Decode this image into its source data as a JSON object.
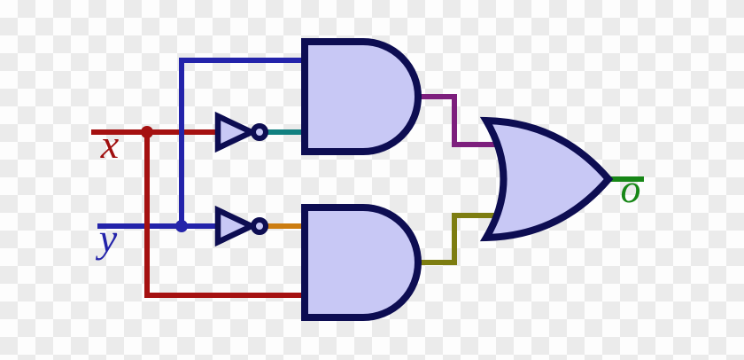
{
  "diagram": {
    "type": "logic-circuit",
    "description": "XOR circuit built from two inverters, two AND gates and one OR gate",
    "inputs": [
      {
        "label": "x"
      },
      {
        "label": "y"
      }
    ],
    "output": {
      "label": "o"
    },
    "gates": [
      {
        "id": "not-gate-top",
        "type": "NOT"
      },
      {
        "id": "not-gate-bottom",
        "type": "NOT"
      },
      {
        "id": "and-gate-top",
        "type": "AND"
      },
      {
        "id": "and-gate-bottom",
        "type": "AND"
      },
      {
        "id": "or-gate",
        "type": "OR"
      }
    ]
  },
  "labels": {
    "input_x": "x",
    "input_y": "y",
    "output_o": "o"
  },
  "colors": {
    "wire_x": "#a51111",
    "wire_y": "#2323aa",
    "wire_not_top_out": "#118080",
    "wire_not_bottom_out": "#cc7d11",
    "wire_and_top_out": "#7d1f7d",
    "wire_and_bottom_out": "#7d7d11",
    "wire_output": "#178717",
    "gate_fill": "#c8c8f5",
    "gate_stroke": "#0d0d52",
    "label_x": "#a01010",
    "label_y": "#2323aa",
    "label_o": "#178717",
    "checker_light": "#fdfdfd",
    "checker_dark": "#ebebeb"
  }
}
